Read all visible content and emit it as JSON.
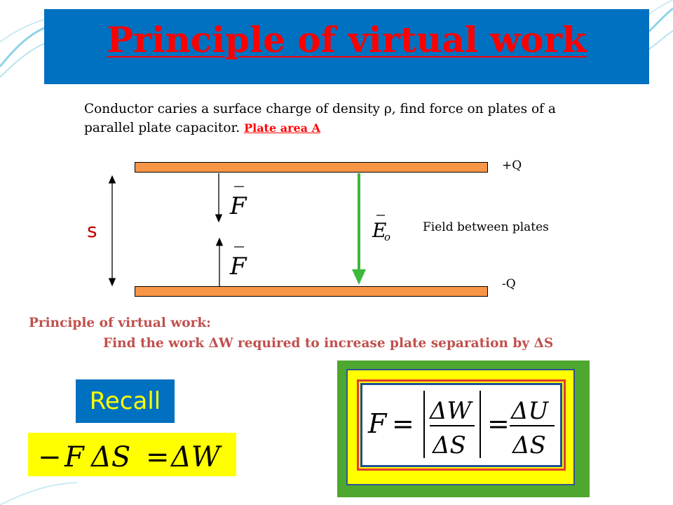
{
  "title": "Principle of virtual work",
  "problem": {
    "line1": "Conductor caries a surface charge of density ρ,  find force on plates of a",
    "line2": "parallel plate capacitor.",
    "plate_area": "Plate area A"
  },
  "diagram": {
    "top_charge": "+Q",
    "bottom_charge": "-Q",
    "separation_label": "s",
    "field_label": "Field between plates",
    "force_symbol": "F",
    "field_symbol": "E",
    "field_subscript": "o"
  },
  "principle": {
    "heading": "Principle of virtual work:",
    "body": "Find the work ΔW required to increase plate separation by ΔS"
  },
  "recall": "Recall",
  "equation_left": {
    "minus": "−",
    "F": "F",
    "dS": "ΔS",
    "eq": "=",
    "dW": "ΔW"
  },
  "equation_main": {
    "F": "F",
    "eq1": "=",
    "num1": "ΔW",
    "den1": "ΔS",
    "eq2": "=",
    "num2": "ΔU",
    "den2": "ΔS"
  },
  "colors": {
    "title_bar": "#0070c0",
    "title_text": "#ff0000",
    "plate": "#f79646",
    "field_arrow": "#3cb83c",
    "heading_text": "#c0504d",
    "recall_text": "#ffff00"
  }
}
